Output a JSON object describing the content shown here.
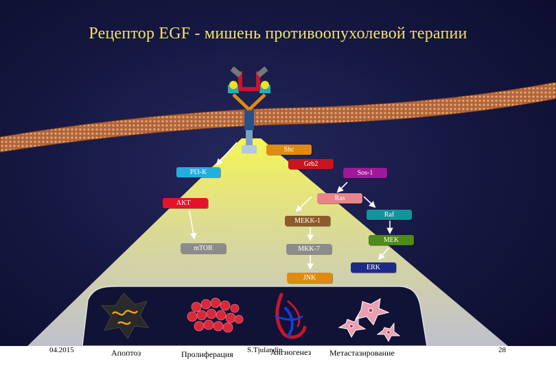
{
  "title": "Рецептор EGF - мишень противоопухолевой терапии",
  "colors": {
    "title": "#f3e26a",
    "background": "#1b1d4e",
    "membrane": "#b0653d",
    "beam": "#f0f08a"
  },
  "proteins": {
    "shc": {
      "label": "Shc",
      "color": "#e08a12"
    },
    "grb2": {
      "label": "Grb2",
      "color": "#c8141e"
    },
    "sos1": {
      "label": "Sos-1",
      "color": "#a0179a"
    },
    "pi3k": {
      "label": "PI3-K",
      "color": "#22aee0"
    },
    "ras": {
      "label": "Ras",
      "color": "#e8848a"
    },
    "akt": {
      "label": "AKT",
      "color": "#e2142c"
    },
    "raf": {
      "label": "Raf",
      "color": "#11949a"
    },
    "mekk1": {
      "label": "MEKK-1",
      "color": "#8e5a2a"
    },
    "mek": {
      "label": "MEK",
      "color": "#4e8a1c"
    },
    "mtor": {
      "label": "mTOR",
      "color": "#8c8c8c"
    },
    "mkk7": {
      "label": "MKK-7",
      "color": "#8c8c8c"
    },
    "erk": {
      "label": "ERK",
      "color": "#1e2a8a"
    },
    "jnk": {
      "label": "JNK",
      "color": "#e08a12"
    }
  },
  "outcomes": {
    "apoptosis": "Апоптоз",
    "proliferation": "Пролиферация",
    "angiogenesis": "Ангиогенез",
    "metastasis": "Метастазирование"
  },
  "footer": {
    "date": "04.2015",
    "author": "S.Tjulandin",
    "page": "28"
  },
  "icons": [
    "receptor-icon",
    "apoptotic-cell-icon",
    "proliferating-cells-icon",
    "blood-vessel-icon",
    "metastatic-cells-icon"
  ]
}
